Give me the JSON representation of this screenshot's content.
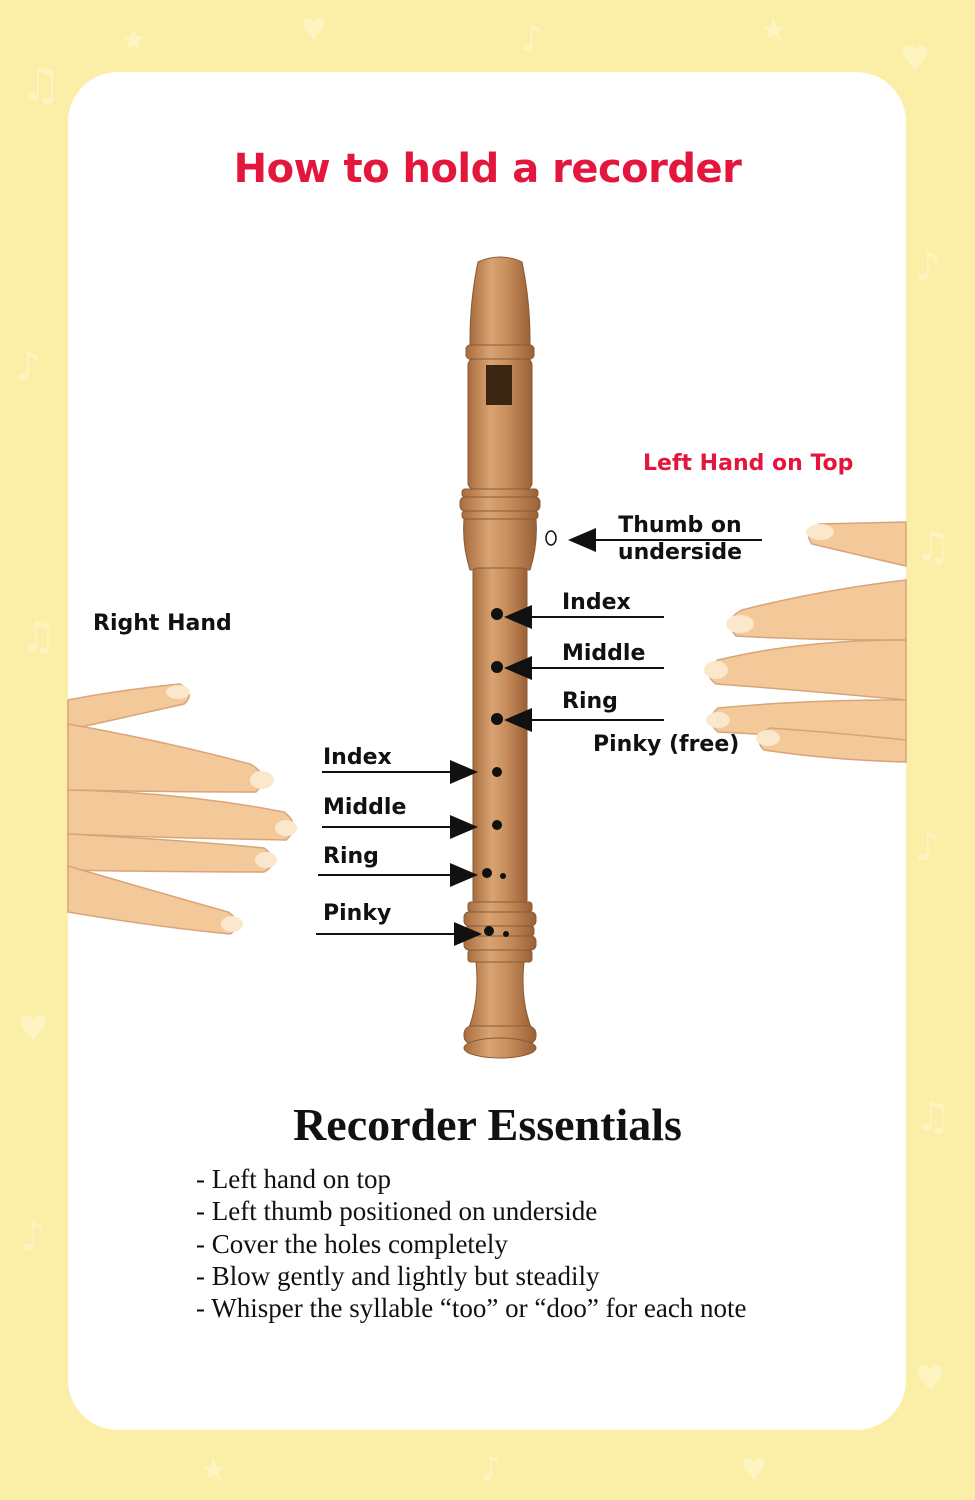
{
  "title": "How to hold a recorder",
  "left_hand": {
    "heading": "Left Hand on Top",
    "thumb": [
      "Thumb on",
      "underside"
    ],
    "fingers": [
      "Index",
      "Middle",
      "Ring"
    ],
    "pinky": "Pinky (free)"
  },
  "right_hand": {
    "heading": "Right Hand",
    "fingers": [
      "Index",
      "Middle",
      "Ring",
      "Pinky"
    ]
  },
  "essentials": {
    "title": "Recorder Essentials",
    "items": [
      "- Left hand on top",
      "- Left thumb positioned on underside",
      "- Cover the holes completely",
      "- Blow gently and lightly but steadily",
      "- Whisper the syllable “too” or “doo” for each note"
    ]
  },
  "colors": {
    "background": "#fbeea6",
    "accent_red": "#e3173e",
    "recorder_wood": "#c98f5e",
    "skin": "#f3c99a"
  },
  "icons": [
    "music-note-icon",
    "heart-icon",
    "star-icon"
  ]
}
